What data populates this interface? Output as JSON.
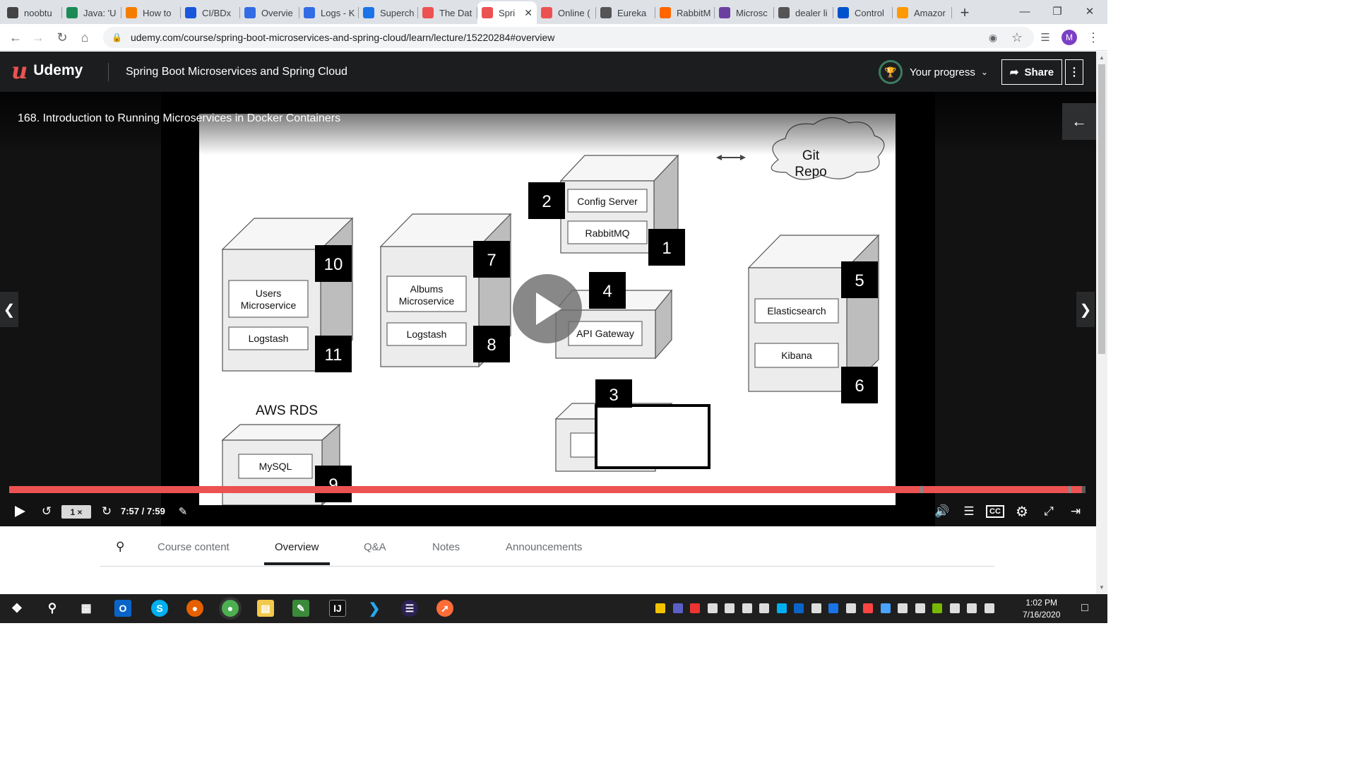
{
  "browser": {
    "tabs": [
      {
        "title": "noobtu",
        "icon": "github-icon",
        "color": "#444"
      },
      {
        "title": "Java: 'U",
        "icon": "site-icon",
        "color": "#1a8b55"
      },
      {
        "title": "How to",
        "icon": "blogger-icon",
        "color": "#f57d00"
      },
      {
        "title": "CI/BDx",
        "icon": "shield-icon",
        "color": "#1a56db"
      },
      {
        "title": "Overvie",
        "icon": "kubernetes-icon",
        "color": "#326ce5"
      },
      {
        "title": "Logs - K",
        "icon": "kubernetes-icon",
        "color": "#326ce5"
      },
      {
        "title": "Superch",
        "icon": "link-icon",
        "color": "#1a73e8"
      },
      {
        "title": "The Dat",
        "icon": "udemy-icon",
        "color": "#ec5252"
      },
      {
        "title": "Spri",
        "icon": "udemy-icon",
        "color": "#ec5252",
        "active": true
      },
      {
        "title": "Online (",
        "icon": "udemy-icon",
        "color": "#ec5252"
      },
      {
        "title": "Eureka",
        "icon": "globe-icon",
        "color": "#555"
      },
      {
        "title": "RabbitM",
        "icon": "rabbitmq-icon",
        "color": "#f60"
      },
      {
        "title": "Microsc",
        "icon": "play-circle-icon",
        "color": "#6b3fa0"
      },
      {
        "title": "dealer li",
        "icon": "globe-icon",
        "color": "#555"
      },
      {
        "title": "Control",
        "icon": "confluence-icon",
        "color": "#0052cc"
      },
      {
        "title": "Amazor",
        "icon": "aws-icon",
        "color": "#f90"
      }
    ],
    "url": "udemy.com/course/spring-boot-microservices-and-spring-cloud/learn/lecture/15220284#overview",
    "avatar_letter": "M"
  },
  "header": {
    "logo_text": "Udemy",
    "course_title": "Spring Boot Microservices and Spring Cloud",
    "progress_label": "Your progress",
    "share_label": "Share"
  },
  "player": {
    "lecture_title": "168. Introduction to Running Microservices in Docker Containers",
    "speed": "1 ×",
    "time": "7:57 / 7:59",
    "progress_fraction": 0.997,
    "colors": {
      "accent": "#ec5252"
    }
  },
  "slide": {
    "git_repo": [
      "Git",
      "Repo"
    ],
    "config_server": "Config Server",
    "rabbitmq": "RabbitMQ",
    "users_ms": [
      "Users",
      "Microservice"
    ],
    "albums_ms": [
      "Albums",
      "Microservice"
    ],
    "logstash": "Logstash",
    "api_gateway": "API Gateway",
    "elasticsearch": "Elasticsearch",
    "kibana": "Kibana",
    "aws_rds": "AWS RDS",
    "mysql": "MySQL",
    "labels": [
      "1",
      "2",
      "3",
      "4",
      "5",
      "6",
      "7",
      "8",
      "9",
      "10",
      "11"
    ]
  },
  "nav_tabs": [
    "Course content",
    "Overview",
    "Q&A",
    "Notes",
    "Announcements"
  ],
  "active_tab": "Overview",
  "taskbar": {
    "time": "1:02 PM",
    "date": "7/16/2020"
  }
}
